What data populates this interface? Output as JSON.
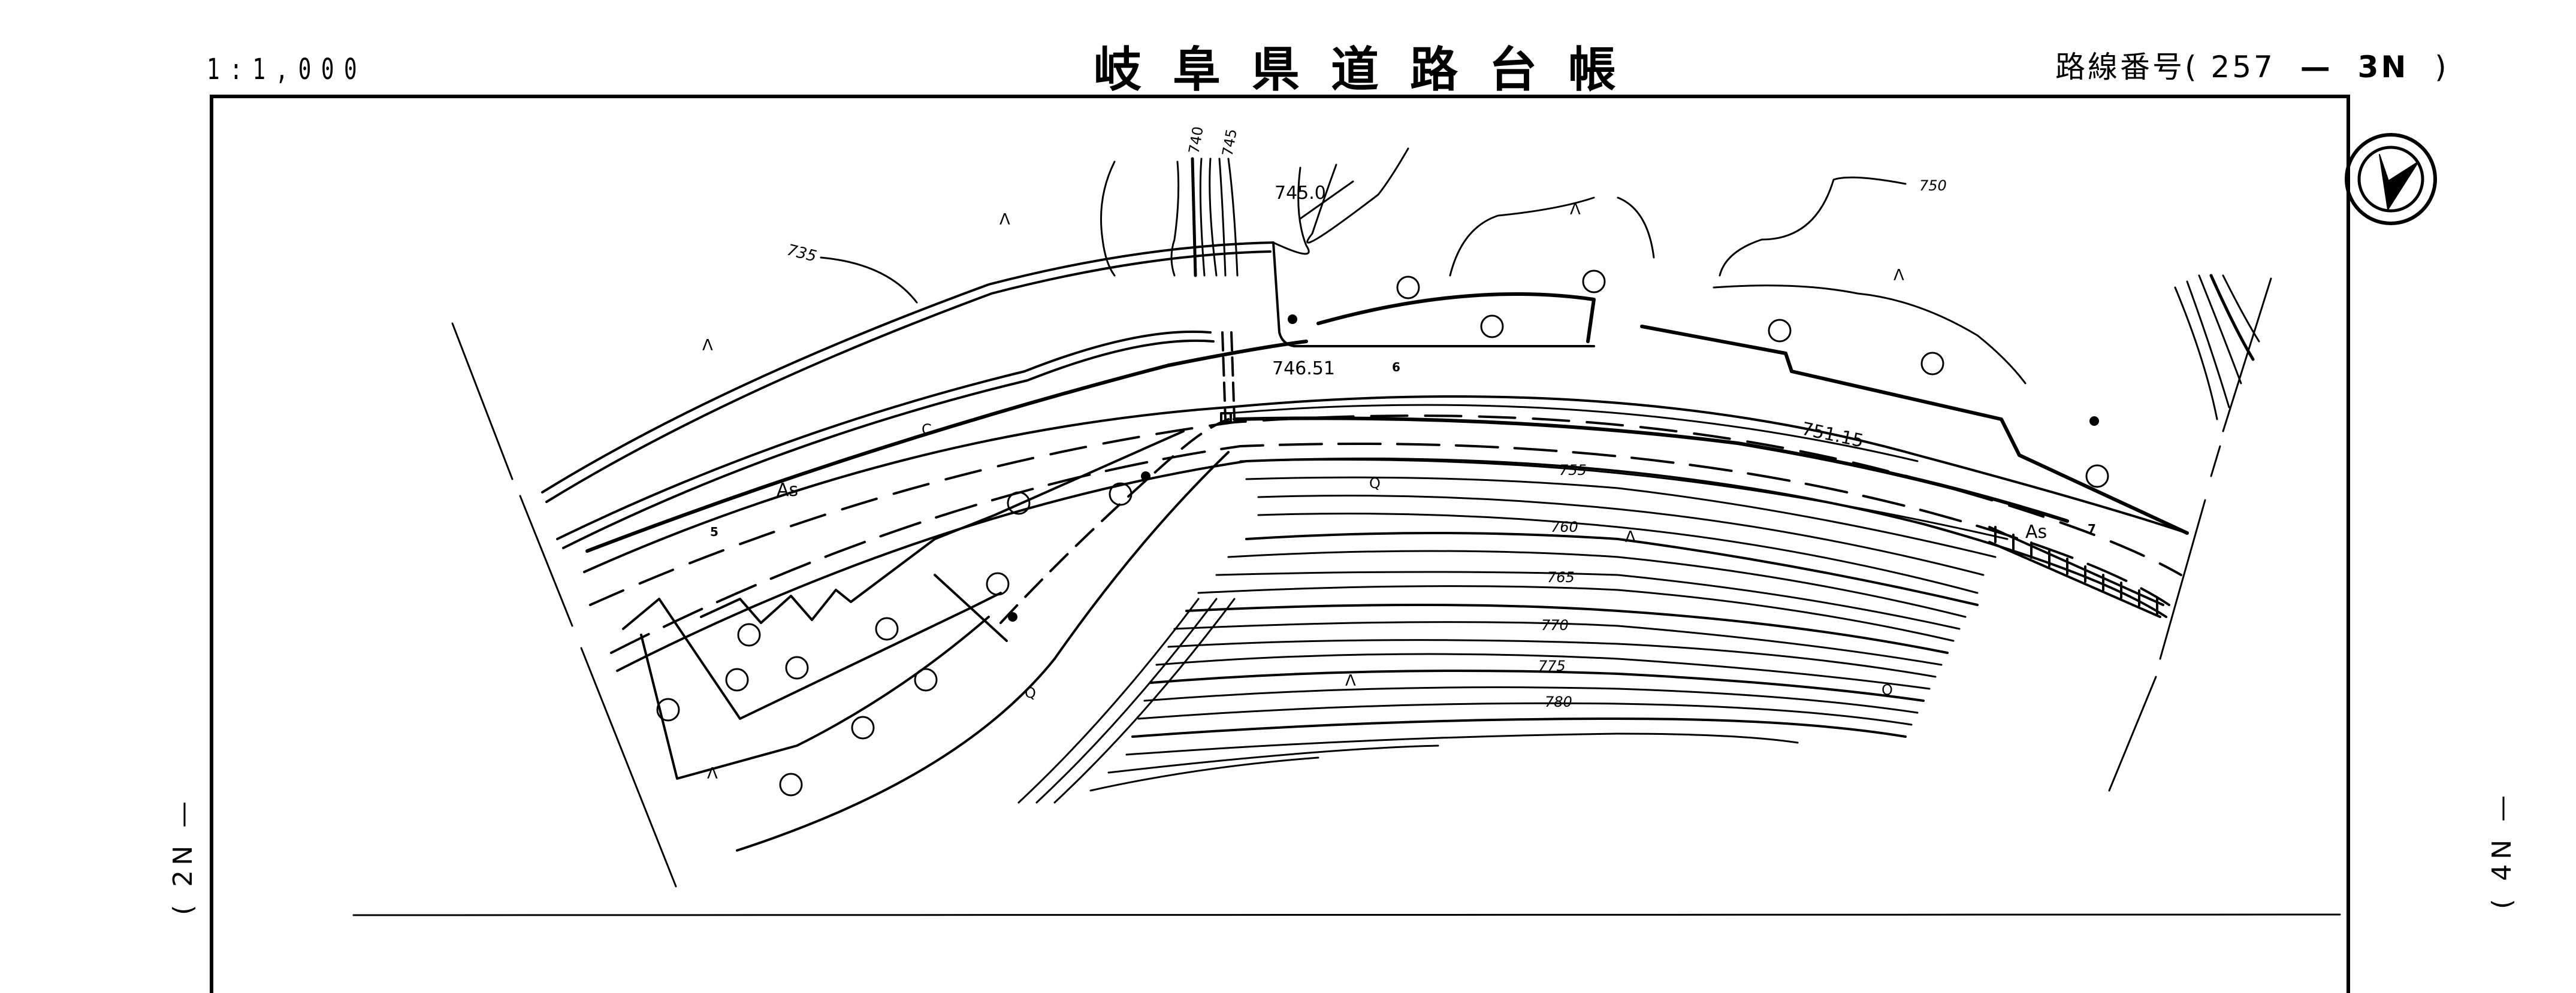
{
  "header": {
    "scale": "1:1,000",
    "title": "岐阜県道路台帳",
    "route": {
      "label": "路線番号",
      "open": "(",
      "number": "257",
      "separator": "—",
      "sheet": "3N",
      "close": ")"
    }
  },
  "adjacent_sheets": {
    "left": "( 2N —",
    "right": "( 4N —"
  },
  "north_arrow": {
    "symbol": "north-arrow"
  },
  "map": {
    "contour_labels": [
      "735",
      "740",
      "745",
      "750",
      "755",
      "760",
      "765",
      "770",
      "775",
      "780"
    ],
    "spot_heights": [
      "745.0",
      "746.51",
      "751.15"
    ],
    "stations": [
      "5",
      "6",
      "7"
    ],
    "surface_labels": [
      "As",
      "As"
    ],
    "other_labels": [
      "C"
    ],
    "land_symbols": [
      "Λ",
      "Λ",
      "Λ",
      "Λ",
      "Λ",
      "Λ",
      "Λ"
    ],
    "landslide_symbols": [
      "Q",
      "Q",
      "Q"
    ],
    "line_color": "#000000",
    "background": "#ffffff"
  }
}
